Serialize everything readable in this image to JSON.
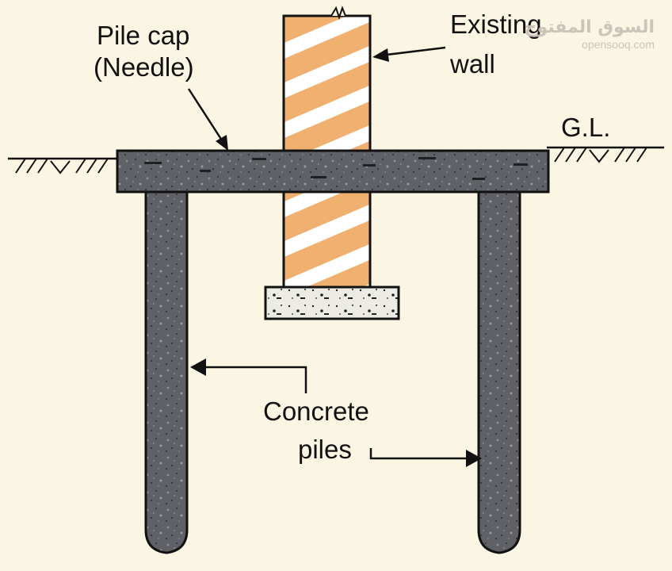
{
  "labels": {
    "pile_cap_line1": "Pile cap",
    "pile_cap_line2": "(Needle)",
    "wall_line1": "Existing",
    "wall_line2": "wall",
    "ground_level": "G.L.",
    "piles_line1": "Concrete",
    "piles_line2": "piles"
  },
  "watermark": {
    "arabic": "السوق المفتوح",
    "latin": "opensooq.com"
  },
  "colors": {
    "background": "#fbf6e4",
    "brick": "#f0b070",
    "concrete": "#5f6166",
    "footing": "#ecebe4",
    "ink": "#111111"
  }
}
